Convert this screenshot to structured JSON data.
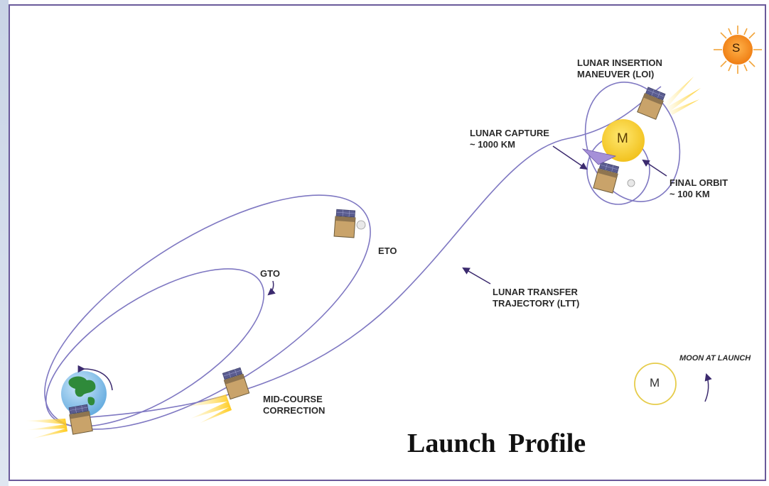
{
  "title": "Launch Profile",
  "labels": {
    "loi": [
      "LUNAR INSERTION",
      "MANEUVER (LOI)"
    ],
    "capture": [
      "LUNAR CAPTURE",
      "~ 1000 KM"
    ],
    "final": [
      "FINAL ORBIT",
      "~ 100 KM"
    ],
    "eto": "ETO",
    "gto": "GTO",
    "ltt": [
      "LUNAR TRANSFER",
      "TRAJECTORY (LTT)"
    ],
    "mcc": [
      "MID-COURSE",
      "CORRECTION"
    ],
    "moon_launch": "MOON AT LAUNCH"
  },
  "glyphs": {
    "sun": "S",
    "moon": "M",
    "moon_launch": "M"
  },
  "colors": {
    "orbit": "#7f78c2",
    "arrow": "#3b2a6e",
    "sun": "#f08a24",
    "moon": "#f7d23a",
    "moon_outline": "#e6cc4a",
    "thrust": "#ffd21f",
    "border": "#6a5a9a"
  },
  "icons": [
    "sun-icon",
    "moon-icon",
    "earth-icon",
    "spacecraft-icon",
    "solar-panel-icon",
    "thrust-plume-icon"
  ]
}
